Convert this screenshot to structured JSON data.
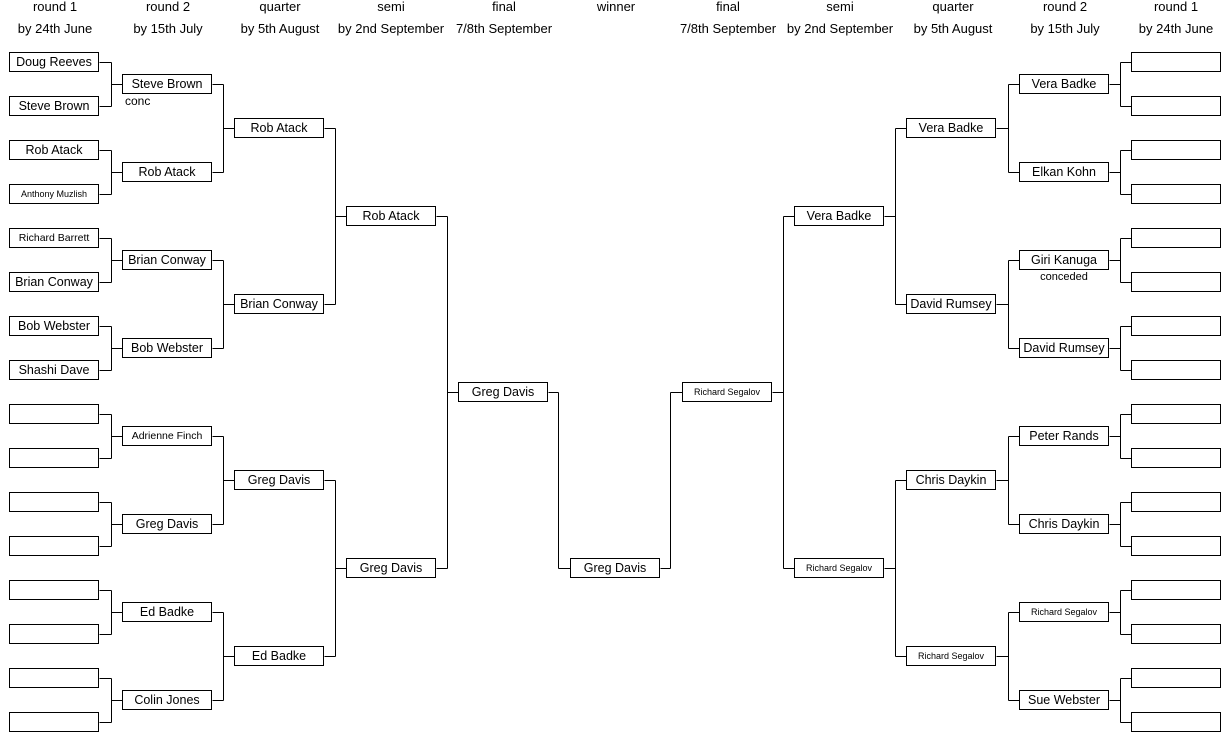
{
  "left_headers": [
    {
      "title": "round 1",
      "date": "by 24th June"
    },
    {
      "title": "round 2",
      "date": "by 15th July"
    },
    {
      "title": "quarter",
      "date": "by 5th August"
    },
    {
      "title": "semi",
      "date": "by 2nd September"
    },
    {
      "title": "final",
      "date": "7/8th September"
    }
  ],
  "winner_header": {
    "title": "winner"
  },
  "right_headers": [
    {
      "title": "final",
      "date": "7/8th September"
    },
    {
      "title": "semi",
      "date": "by 2nd September"
    },
    {
      "title": "quarter",
      "date": "by 5th August"
    },
    {
      "title": "round 2",
      "date": "by 15th July"
    },
    {
      "title": "round 1",
      "date": "by 24th June"
    }
  ],
  "left": {
    "round1": [
      "Doug  Reeves",
      "Steve Brown",
      "Rob Atack",
      "Anthony Muzlish",
      "Richard Barrett",
      "Brian Conway",
      "Bob Webster",
      "Shashi Dave",
      "",
      "",
      "",
      "",
      "",
      "",
      "",
      ""
    ],
    "round2": [
      "Steve Brown",
      "Rob Atack",
      "Brian Conway",
      "Bob Webster",
      "Adrienne Finch",
      "Greg Davis",
      "Ed Badke",
      "Colin Jones"
    ],
    "quarter": [
      "Rob Atack",
      "Brian Conway",
      "Greg Davis",
      "Ed Badke"
    ],
    "semi": [
      "Rob Atack",
      "Greg Davis"
    ],
    "final": [
      "Greg Davis"
    ]
  },
  "winner": "Greg Davis",
  "right": {
    "final": [
      "Richard Segalov"
    ],
    "semi": [
      "Vera Badke",
      "Richard Segalov"
    ],
    "quarter": [
      "Vera Badke",
      "David Rumsey",
      "Chris Daykin",
      "Richard Segalov"
    ],
    "round2": [
      "Vera Badke",
      "Elkan Kohn",
      "Giri Kanuga",
      "David Rumsey",
      "Peter Rands",
      "Chris Daykin",
      "Richard Segalov",
      "Sue Webster"
    ],
    "round1": [
      "",
      "",
      "",
      "",
      "",
      "",
      "",
      "",
      "",
      "",
      "",
      "",
      "",
      "",
      "",
      ""
    ]
  },
  "notes": {
    "left_round2_0": "conc",
    "right_round2_2": "conceded"
  }
}
